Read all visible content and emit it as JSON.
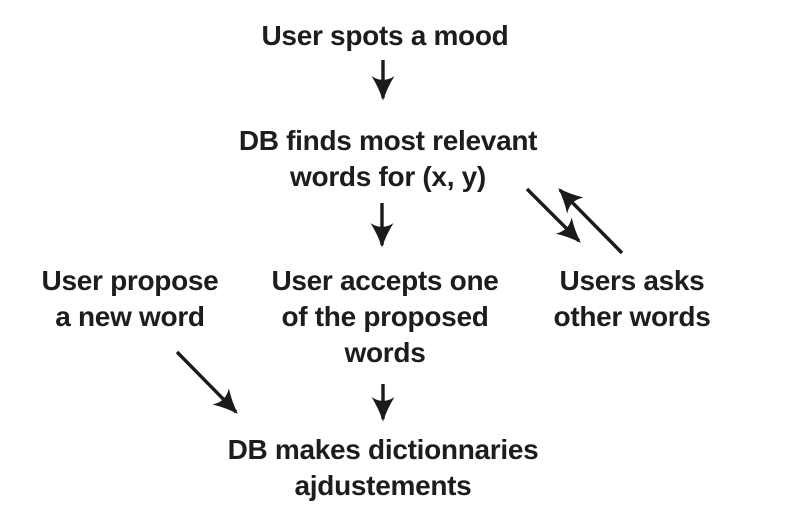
{
  "diagram": {
    "background_color": "#ffffff",
    "text_color": "#1d1d1d",
    "arrow_color": "#1b1b1b",
    "nodes": {
      "spot_mood": {
        "line1": "User spots a mood"
      },
      "db_finds": {
        "line1": "DB finds most relevant",
        "line2": "words for (x, y)"
      },
      "propose_word": {
        "line1": "User propose",
        "line2": "a new word"
      },
      "accept_word": {
        "line1": "User accepts one",
        "line2": "of the proposed",
        "line3": "words"
      },
      "ask_words": {
        "line1": "Users asks",
        "line2": "other words"
      },
      "db_adjust": {
        "line1": "DB makes dictionnaries",
        "line2": "ajdustements"
      }
    },
    "edges": [
      {
        "from": "spot_mood",
        "to": "db_finds",
        "style": "straight-down"
      },
      {
        "from": "db_finds",
        "to": "accept_word",
        "style": "straight-down"
      },
      {
        "from": "db_finds",
        "to": "ask_words",
        "style": "diagonal-down-right"
      },
      {
        "from": "ask_words",
        "to": "db_finds",
        "style": "diagonal-up-left"
      },
      {
        "from": "propose_word",
        "to": "db_adjust",
        "style": "diagonal-down-right"
      },
      {
        "from": "accept_word",
        "to": "db_adjust",
        "style": "straight-down"
      }
    ]
  }
}
